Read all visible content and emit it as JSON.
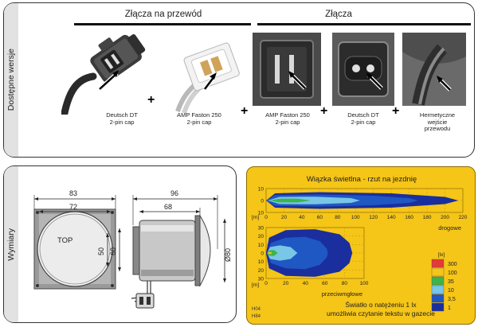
{
  "versions": {
    "side_label": "Dostępne wersje",
    "group_left_title": "Złącza na przewód",
    "group_right_title": "Złącza",
    "items": [
      {
        "caption": "Deutsch DT\n2-pin cap"
      },
      {
        "caption": "AMP Faston 250\n2-pin cap"
      },
      {
        "caption": "AMP Faston 250\n2-pin cap"
      },
      {
        "caption": "Deutsch DT\n2-pin cap"
      },
      {
        "caption": "Hermetyczne\nwejście\nprzewodu"
      }
    ],
    "plus": "+"
  },
  "dimensions": {
    "side_label": "Wymiary",
    "front": {
      "width_outer": "83",
      "width_inner": "72",
      "height_inner": "50",
      "height_outer": "60",
      "lens_label": "TOP"
    },
    "side": {
      "depth_total": "96",
      "depth_body": "68",
      "diameter": "Ø80"
    }
  },
  "chart_data": {
    "type": "area",
    "title": "Wiązka świetlna - rzut na jezdnię",
    "x_unit_label": "[m]",
    "legend_title": "[lx]",
    "legend": [
      {
        "value": "300",
        "color": "#e53935"
      },
      {
        "value": "100",
        "color": "#f5c518"
      },
      {
        "value": "35",
        "color": "#3cb44b"
      },
      {
        "value": "10",
        "color": "#79c6e6"
      },
      {
        "value": "3,5",
        "color": "#1f57c3"
      },
      {
        "value": "1",
        "color": "#1a2e9e"
      }
    ],
    "plots": [
      {
        "name": "drogowe",
        "x_ticks": [
          "0",
          "20",
          "40",
          "60",
          "80",
          "100",
          "120",
          "140",
          "160",
          "180",
          "200",
          "220"
        ],
        "y_ticks": [
          "10",
          "0",
          "10"
        ],
        "xlim": [
          0,
          220
        ],
        "ylim": [
          -10,
          10
        ]
      },
      {
        "name": "przeciwmgłowe",
        "x_ticks": [
          "0",
          "20",
          "40",
          "60",
          "80",
          "100"
        ],
        "y_ticks": [
          "30",
          "20",
          "10",
          "0",
          "10",
          "20",
          "30"
        ],
        "xlim": [
          0,
          100
        ],
        "ylim": [
          -30,
          30
        ]
      }
    ],
    "footnote": "Światło o natężeniu 1 lx\numożliwia czytanie tekstu w gazecie",
    "codes": [
      "H04",
      "H84"
    ]
  }
}
